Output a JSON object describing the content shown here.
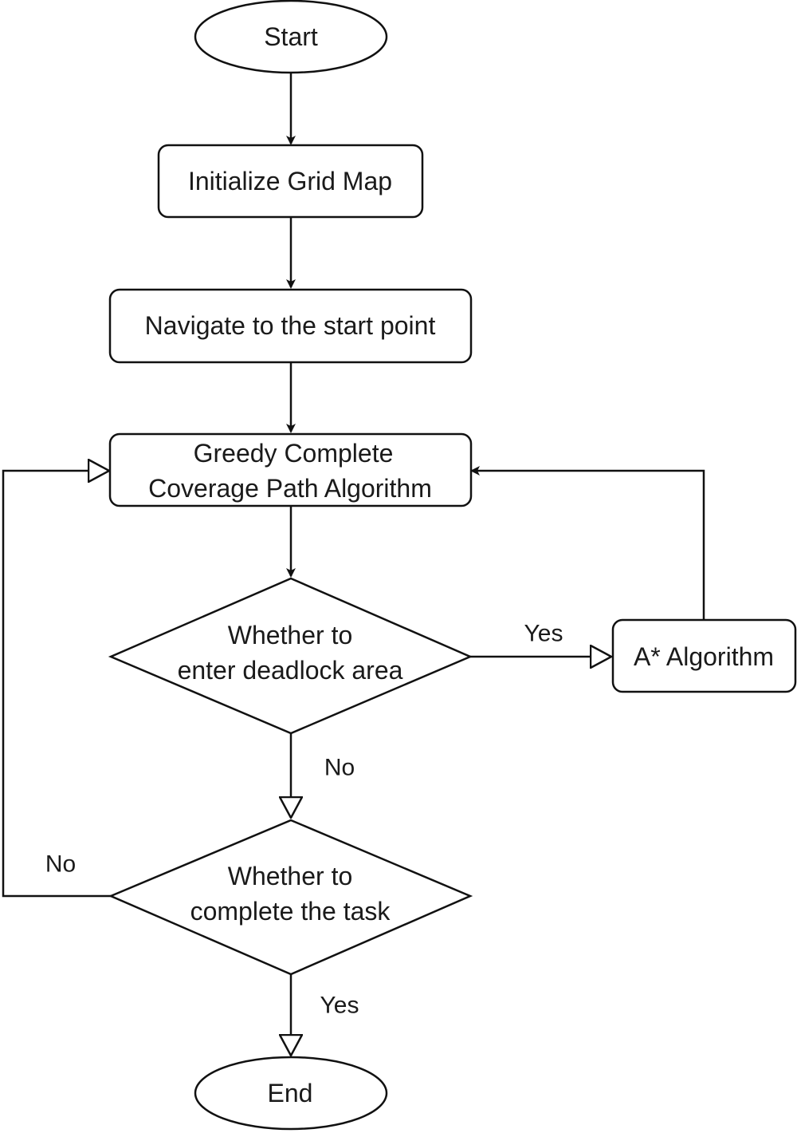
{
  "nodes": {
    "start": "Start",
    "init_grid": "Initialize Grid Map",
    "navigate": "Navigate to the start point",
    "greedy": [
      "Greedy Complete",
      "Coverage Path Algorithm"
    ],
    "deadlock_decision": [
      "Whether to",
      "enter deadlock area"
    ],
    "astar": "A* Algorithm",
    "complete_decision": [
      "Whether to",
      "complete the task"
    ],
    "end": "End"
  },
  "edges": {
    "deadlock_yes": "Yes",
    "deadlock_no": "No",
    "complete_no": "No",
    "complete_yes": "Yes"
  }
}
